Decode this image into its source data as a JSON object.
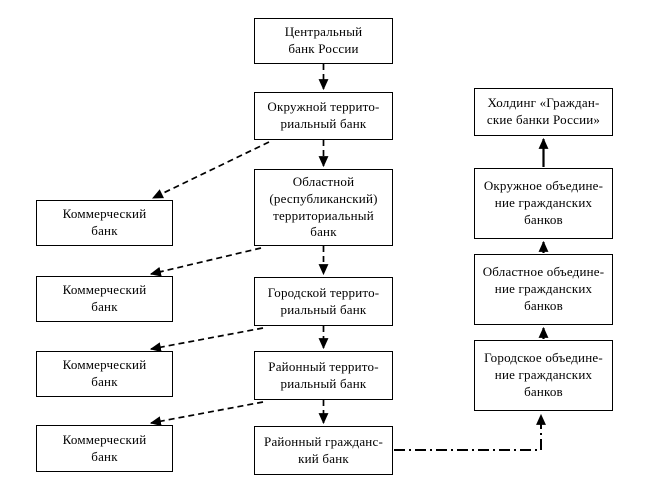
{
  "diagram": {
    "type": "org-flowchart",
    "language": "ru",
    "colors": {
      "background": "#ffffff",
      "box_border": "#000000",
      "box_fill": "#ffffff",
      "line": "#000000",
      "text": "#000000"
    },
    "nodes": {
      "m1": {
        "label": "Центральный\nбанк России"
      },
      "m2": {
        "label": "Окружной террито-\nриальный банк"
      },
      "m3": {
        "label": "Областной\n(республиканский)\nтерриториальный\nбанк"
      },
      "m4": {
        "label": "Городской террито-\nриальный банк"
      },
      "m5": {
        "label": "Районный террито-\nриальный банк"
      },
      "m6": {
        "label": "Районный гражданс-\nкий банк"
      },
      "l1": {
        "label": "Коммерческий\nбанк"
      },
      "l2": {
        "label": "Коммерческий\nбанк"
      },
      "l3": {
        "label": "Коммерческий\nбанк"
      },
      "l4": {
        "label": "Коммерческий\nбанк"
      },
      "r1": {
        "label": "Холдинг «Граждан-\nские банки России»"
      },
      "r2": {
        "label": "Окружное объедине-\nние гражданских\nбанков"
      },
      "r3": {
        "label": "Областное объедине-\nние гражданских\nбанков"
      },
      "r4": {
        "label": "Городское объедине-\nние гражданских\nбанков"
      }
    },
    "edges": [
      {
        "from": "Центральный банк России",
        "to": "Окружной территориальный банк",
        "style": "dashed",
        "direction": "down"
      },
      {
        "from": "Окружной территориальный банк",
        "to": "Областной (республиканский) территориальный банк",
        "style": "dashed",
        "direction": "down"
      },
      {
        "from": "Областной (республиканский) территориальный банк",
        "to": "Городской территориальный банк",
        "style": "dashed",
        "direction": "down"
      },
      {
        "from": "Городской территориальный банк",
        "to": "Районный территориальный банк",
        "style": "dashed",
        "direction": "down"
      },
      {
        "from": "Районный территориальный банк",
        "to": "Районный гражданский банк",
        "style": "dashed",
        "direction": "down"
      },
      {
        "from": "Окружной территориальный банк",
        "to": "Коммерческий банк (1)",
        "style": "dashed",
        "direction": "down-left"
      },
      {
        "from": "Областной (республиканский) территориальный банк",
        "to": "Коммерческий банк (2)",
        "style": "dashed",
        "direction": "down-left"
      },
      {
        "from": "Городской территориальный банк",
        "to": "Коммерческий банк (3)",
        "style": "dashed",
        "direction": "down-left"
      },
      {
        "from": "Районный территориальный банк",
        "to": "Коммерческий банк (4)",
        "style": "dashed",
        "direction": "down-left"
      },
      {
        "from": "Районный гражданский банк",
        "to": "Городское объединение гражданских банков",
        "style": "dash-dot",
        "direction": "right-then-up"
      },
      {
        "from": "Городское объединение гражданских банков",
        "to": "Областное объединение гражданских банков",
        "style": "dash-dot",
        "direction": "up"
      },
      {
        "from": "Областное объединение гражданских банков",
        "to": "Окружное объединение гражданских банков",
        "style": "solid",
        "direction": "up"
      },
      {
        "from": "Окружное объединение гражданских банков",
        "to": "Холдинг «Гражданские банки России»",
        "style": "solid",
        "direction": "up"
      }
    ]
  }
}
